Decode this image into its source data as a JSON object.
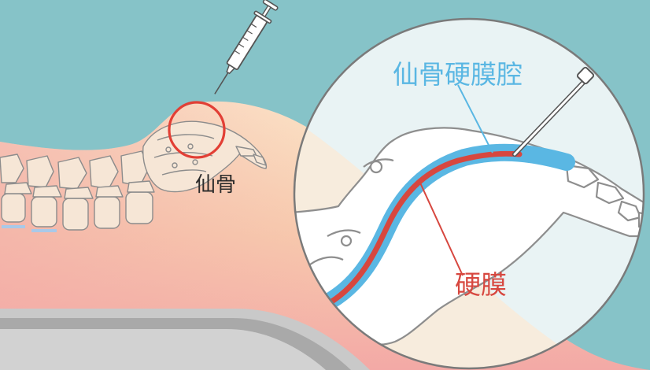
{
  "labels": {
    "sacrum": "仙骨",
    "sacral_epidural_space": "仙骨硬膜腔",
    "dura": "硬膜"
  },
  "colors": {
    "background": "#86c3c8",
    "skin": "#f6cdb0",
    "skin_light": "#fbe2c4",
    "skin_pink": "#f2a7a7",
    "bone": "#f6e7d8",
    "bone_outline": "#8f8f8f",
    "space_blue": "#5ab7e3",
    "dura_red": "#d7473f",
    "highlight_circle": "#e23f35",
    "zoom_fill": "#e7f3f4",
    "bed": "#bfbfbf"
  },
  "icons": {
    "syringe": "syringe-icon",
    "needle": "needle-icon"
  }
}
